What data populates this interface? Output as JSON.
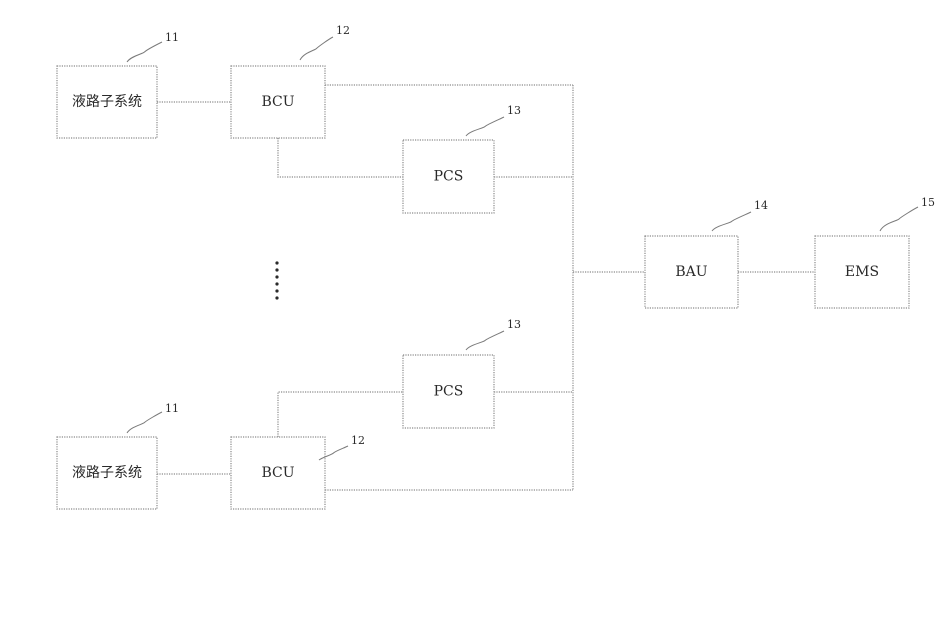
{
  "nodes": [
    {
      "id": "liquid_top",
      "label": "液路子系统",
      "ref": "11"
    },
    {
      "id": "bcu_top",
      "label": "BCU",
      "ref": "12"
    },
    {
      "id": "pcs_top",
      "label": "PCS",
      "ref": "13"
    },
    {
      "id": "bau",
      "label": "BAU",
      "ref": "14"
    },
    {
      "id": "ems",
      "label": "EMS",
      "ref": "15"
    },
    {
      "id": "pcs_bottom",
      "label": "PCS",
      "ref": "13"
    },
    {
      "id": "liquid_bottom",
      "label": "液路子系统",
      "ref": "11"
    },
    {
      "id": "bcu_bottom",
      "label": "BCU",
      "ref": "12"
    }
  ],
  "connections": [
    [
      "liquid_top",
      "bcu_top"
    ],
    [
      "bcu_top",
      "bus"
    ],
    [
      "bcu_top",
      "pcs_top"
    ],
    [
      "pcs_top",
      "bus"
    ],
    [
      "bus",
      "bau"
    ],
    [
      "bau",
      "ems"
    ],
    [
      "bcu_bottom",
      "pcs_bottom"
    ],
    [
      "pcs_bottom",
      "bus"
    ],
    [
      "liquid_bottom",
      "bcu_bottom"
    ],
    [
      "bcu_bottom",
      "bus"
    ]
  ],
  "ellipsis_dots": 6
}
